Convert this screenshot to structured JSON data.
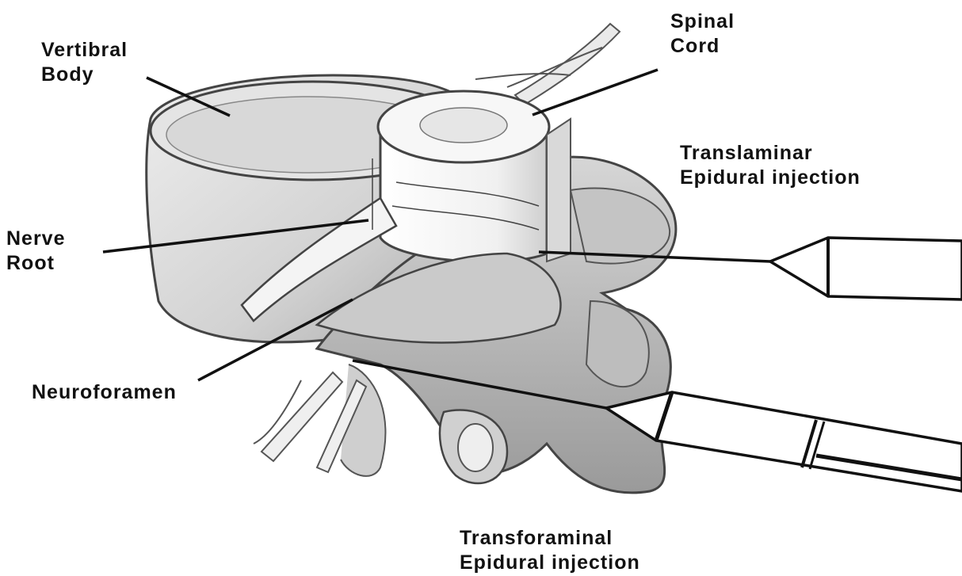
{
  "labels": {
    "vertebral_body": [
      "Vertibral",
      "Body"
    ],
    "spinal_cord": [
      "Spinal",
      "Cord"
    ],
    "translaminar": [
      "Translaminar",
      "Epidural injection"
    ],
    "nerve_root": [
      "Nerve",
      "Root"
    ],
    "neuroforamen": [
      "Neuroforamen"
    ],
    "transforaminal": [
      "Transforaminal",
      "Epidural injection"
    ]
  },
  "colors": {
    "ink": "#111111",
    "bone_fill": "#dcdcdc",
    "bone_shade": "#b9b9b9",
    "bone_light": "#f2f2f2",
    "background": "#ffffff"
  }
}
